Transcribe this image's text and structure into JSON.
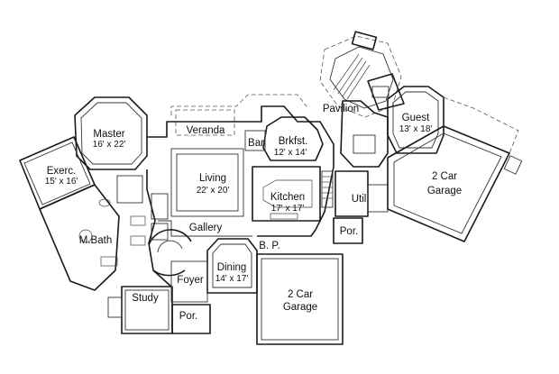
{
  "rooms": {
    "pavilion": {
      "name": "Pavilion"
    },
    "veranda": {
      "name": "Veranda"
    },
    "master": {
      "name": "Master",
      "dim": "16' x 22'"
    },
    "guest": {
      "name": "Guest",
      "dim": "13' x 18'"
    },
    "bar": {
      "name": "Bar"
    },
    "brkfst": {
      "name": "Brkfst.",
      "dim": "12' x 14'"
    },
    "exerc": {
      "name": "Exerc.",
      "dim": "15' x 16'"
    },
    "living": {
      "name": "Living",
      "dim": "22' x 20'"
    },
    "kitchen": {
      "name": "Kitchen",
      "dim": "17' x 17'"
    },
    "garage_right": {
      "name1": "2 Car",
      "name2": "Garage"
    },
    "util": {
      "name": "Util"
    },
    "mbath": {
      "name": "M.Bath"
    },
    "gallery": {
      "name": "Gallery"
    },
    "bp": {
      "name": "B. P."
    },
    "por_right": {
      "name": "Por."
    },
    "dining": {
      "name": "Dining",
      "dim": "14' x 17'"
    },
    "foyer": {
      "name": "Foyer"
    },
    "garage_front": {
      "name1": "2 Car",
      "name2": "Garage"
    },
    "study": {
      "name": "Study"
    },
    "por_front": {
      "name": "Por."
    }
  }
}
